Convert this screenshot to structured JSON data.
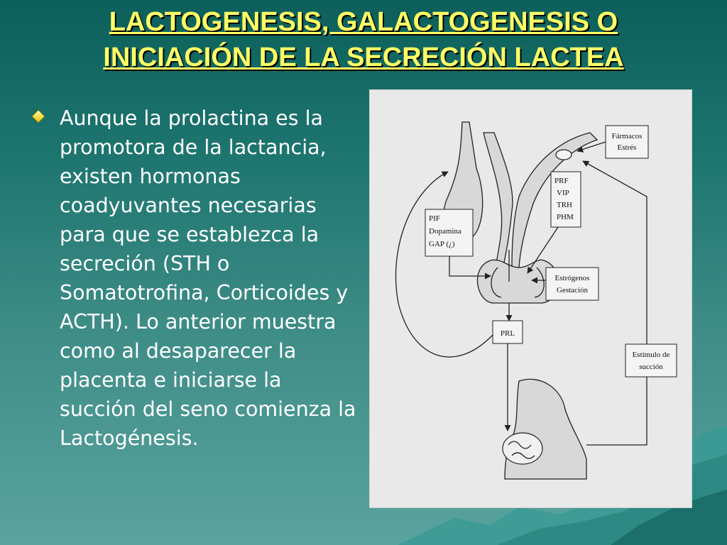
{
  "slide": {
    "title_line1": "LACTOGENESIS, GALACTOGENESIS O",
    "title_line2": "INICIACIÓN DE LA SECRECIÓN LACTEA",
    "bullet_text": "Aunque la prolactina es la promotora de la lactancia, existen hormonas coadyuvantes necesarias para que se establezca la secreción (STH o Somatotrofina, Corticoides y ACTH). Lo anterior muestra como al desaparecer la placenta e iniciarse la succión del seno comienza la Lactogénesis."
  },
  "diagram": {
    "farmacos_line1": "Fármacos",
    "farmacos_line2": "Estrés",
    "prf_line1": "PRF",
    "prf_line2": "VIP",
    "prf_line3": "TRH",
    "prf_line4": "PHM",
    "pif_line1": "PIF",
    "pif_line2": "Dopamina",
    "pif_line3": "GAP (¿)",
    "estrogenos_line1": "Estrógenos",
    "estrogenos_line2": "Gestación",
    "prl": "PRL",
    "estimulo_line1": "Estímulo de",
    "estimulo_line2": "succión"
  },
  "colors": {
    "title": "#ffff66",
    "body_text": "#ffffff",
    "background_top": "#0c5f5a",
    "background_bottom": "#5aa39e",
    "figure_bg": "#e9e9e9"
  }
}
